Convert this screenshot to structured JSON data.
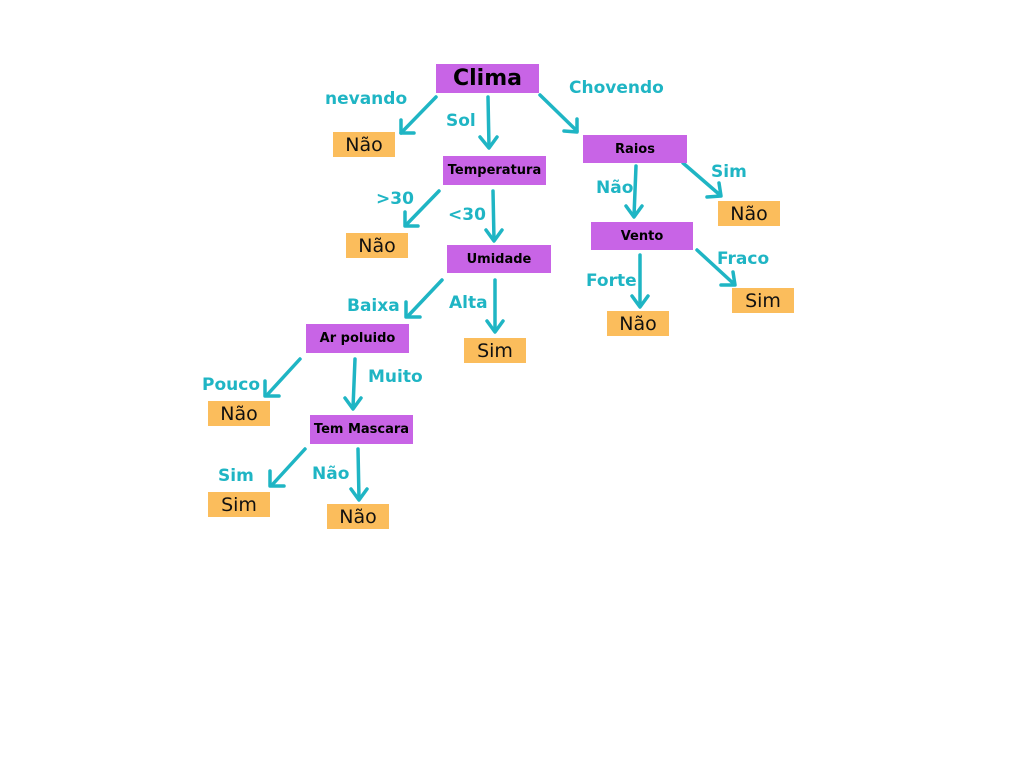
{
  "colors": {
    "node": "#c864e6",
    "leaf": "#fbbd5c",
    "edge": "#1fb5c4",
    "background": "#ffffff"
  },
  "nodes": {
    "clima": "Clima",
    "temperatura": "Temperatura",
    "raios": "Raios",
    "umidade": "Umidade",
    "vento": "Vento",
    "ar_poluido": "Ar poluido",
    "tem_mascara": "Tem Mascara"
  },
  "leaves": {
    "clima_nevando": "Não",
    "temperatura_gt30": "Não",
    "raios_sim": "Não",
    "vento_fraco": "Sim",
    "vento_forte": "Não",
    "umidade_alta": "Sim",
    "ar_pouco": "Não",
    "mascara_sim": "Sim",
    "mascara_nao": "Não"
  },
  "edges": {
    "nevando": "nevando",
    "sol": "Sol",
    "chovendo": "Chovendo",
    "gt30": ">30",
    "lt30": "<30",
    "raios_nao": "Não",
    "raios_sim": "Sim",
    "fraco": "Fraco",
    "forte": "Forte",
    "baixa": "Baixa",
    "alta": "Alta",
    "pouco": "Pouco",
    "muito": "Muito",
    "mascara_sim": "Sim",
    "mascara_nao": "Não"
  }
}
